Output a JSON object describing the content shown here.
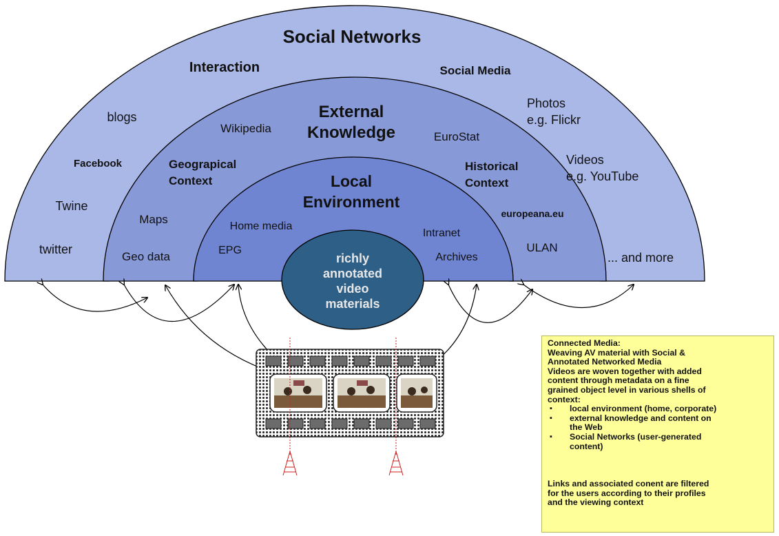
{
  "diagram": {
    "social": {
      "title": "Social Networks",
      "interaction": "Interaction",
      "social_media": "Social Media",
      "blogs": "blogs",
      "facebook": "Facebook",
      "twine": "Twine",
      "twitter": "twitter",
      "photos_line1": "Photos",
      "photos_line2": "e.g. Flickr",
      "videos_line1": "Videos",
      "videos_line2": "e.g. YouTube",
      "more": "... and more"
    },
    "external": {
      "title_line1": "External",
      "title_line2": "Knowledge",
      "wikipedia": "Wikipedia",
      "eurostat": "EuroStat",
      "geo_line1": "Geograpical",
      "geo_line2": "Context",
      "hist_line1": "Historical",
      "hist_line2": "Context",
      "maps": "Maps",
      "geo_data": "Geo data",
      "europeana": "europeana.eu",
      "ulan": "ULAN"
    },
    "local": {
      "title_line1": "Local",
      "title_line2": "Environment",
      "home_media": "Home media",
      "epg": "EPG",
      "intranet": "Intranet",
      "archives": "Archives"
    },
    "core": {
      "line1": "richly",
      "line2": "annotated",
      "line3": "video",
      "line4": "materials"
    }
  },
  "note": {
    "title1": "Connected Media:",
    "title2": "Weaving AV material with Social &",
    "title3": "Annotated Networked Media",
    "body1": "Videos are woven together with added",
    "body2": "content through metadata on a fine",
    "body3": "grained object level in various shells of",
    "body4": "context:",
    "bullet1": "local environment (home, corporate)",
    "bullet2_line1": "external knowledge and content  on",
    "bullet2_line2": "the Web",
    "bullet3_line1": "Social Networks (user-generated",
    "bullet3_line2": "content)",
    "footer1": "Links and associated conent  are filtered",
    "footer2": "for the users according to their profiles",
    "footer3": "and the viewing context"
  },
  "colors": {
    "social_ring": "#aab8e8",
    "external_ring": "#8899d8",
    "local_ring": "#6f85d2",
    "core": "#2e5f86",
    "note_bg": "#ffff99",
    "stroke": "#000000",
    "tower": "#cc2222"
  }
}
